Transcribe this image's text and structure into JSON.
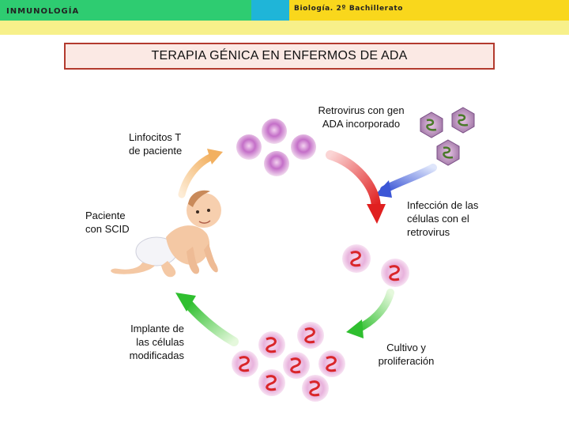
{
  "header": {
    "subject": "INMUNOLOGÍA",
    "course": "Biología. 2º Bachillerato"
  },
  "title": "TERAPIA GÉNICA EN ENFERMOS DE ADA",
  "labels": {
    "retrovirus": [
      "Retrovirus con gen",
      "ADA  incorporado"
    ],
    "linfocitos": [
      "Linfocitos T",
      "de paciente"
    ],
    "paciente": [
      "Paciente",
      "con SCID"
    ],
    "infeccion": [
      "Infección de las",
      "células con el",
      "retrovirus"
    ],
    "implante": [
      "Implante de",
      "las células",
      "modificadas"
    ],
    "cultivo": [
      "Cultivo y",
      "proliferación"
    ]
  },
  "colors": {
    "header_green": "#2ecc71",
    "header_yellow": "#f9d71c",
    "title_border": "#b33a2e",
    "cell_purple": "#c46fc8",
    "cell_pink": "#e8b2dc",
    "gene_red": "#d9262a"
  }
}
